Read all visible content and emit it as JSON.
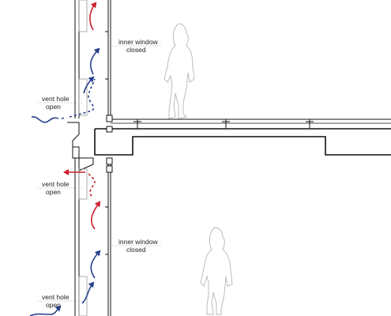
{
  "labels": {
    "inner_window": [
      "inner window",
      "closed"
    ],
    "vent_hole": [
      "vent hole",
      "open"
    ]
  },
  "colors": {
    "line": "#111111",
    "fine_line": "#888888",
    "exhaust_arrow": "#cc1f2d",
    "intake_arrow": "#27408b",
    "figure": "#e6e6e6"
  },
  "icons": [
    "person-silhouette-icon"
  ]
}
